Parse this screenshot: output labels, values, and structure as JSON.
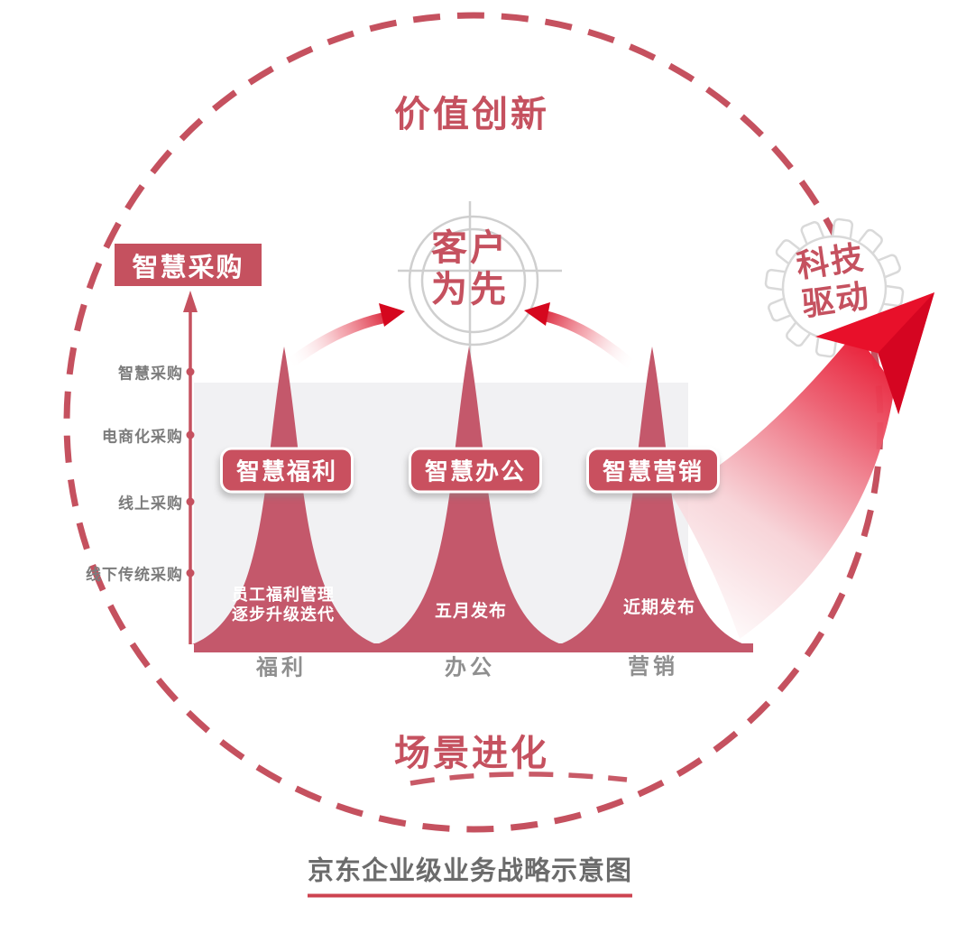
{
  "colors": {
    "rose": "#C5515F",
    "peak_rose": "#C4586B",
    "bright_red": "#E8102A",
    "plot_area_gray": "#F1F1F3",
    "axis_label_gray": "#7C7C7C",
    "x_label_gray": "#8F8F8F",
    "caption_gray": "#6B6B6B",
    "caption_underline": "#CD4350",
    "outline_gray": "#D9D9D9"
  },
  "top_banner": {
    "label": "价值创新"
  },
  "bottom_banner": {
    "label": "场景进化"
  },
  "center_target": {
    "line1": "客户",
    "line2": "为先"
  },
  "tech_gear": {
    "line1": "科技",
    "line2": "驱动"
  },
  "y_axis": {
    "title": "智慧采购",
    "levels": [
      "智慧采购",
      "电商化采购",
      "线上采购",
      "线下传统采购"
    ]
  },
  "peaks": [
    {
      "pill": "智慧福利",
      "note_line1": "员工福利管理",
      "note_line2": "逐步升级迭代",
      "x_label": "福利"
    },
    {
      "pill": "智慧办公",
      "note_line1": "五月发布",
      "x_label": "办公"
    },
    {
      "pill": "智慧营销",
      "note_line1": "近期发布",
      "x_label": "营销"
    }
  ],
  "caption": "京东企业级业务战略示意图"
}
